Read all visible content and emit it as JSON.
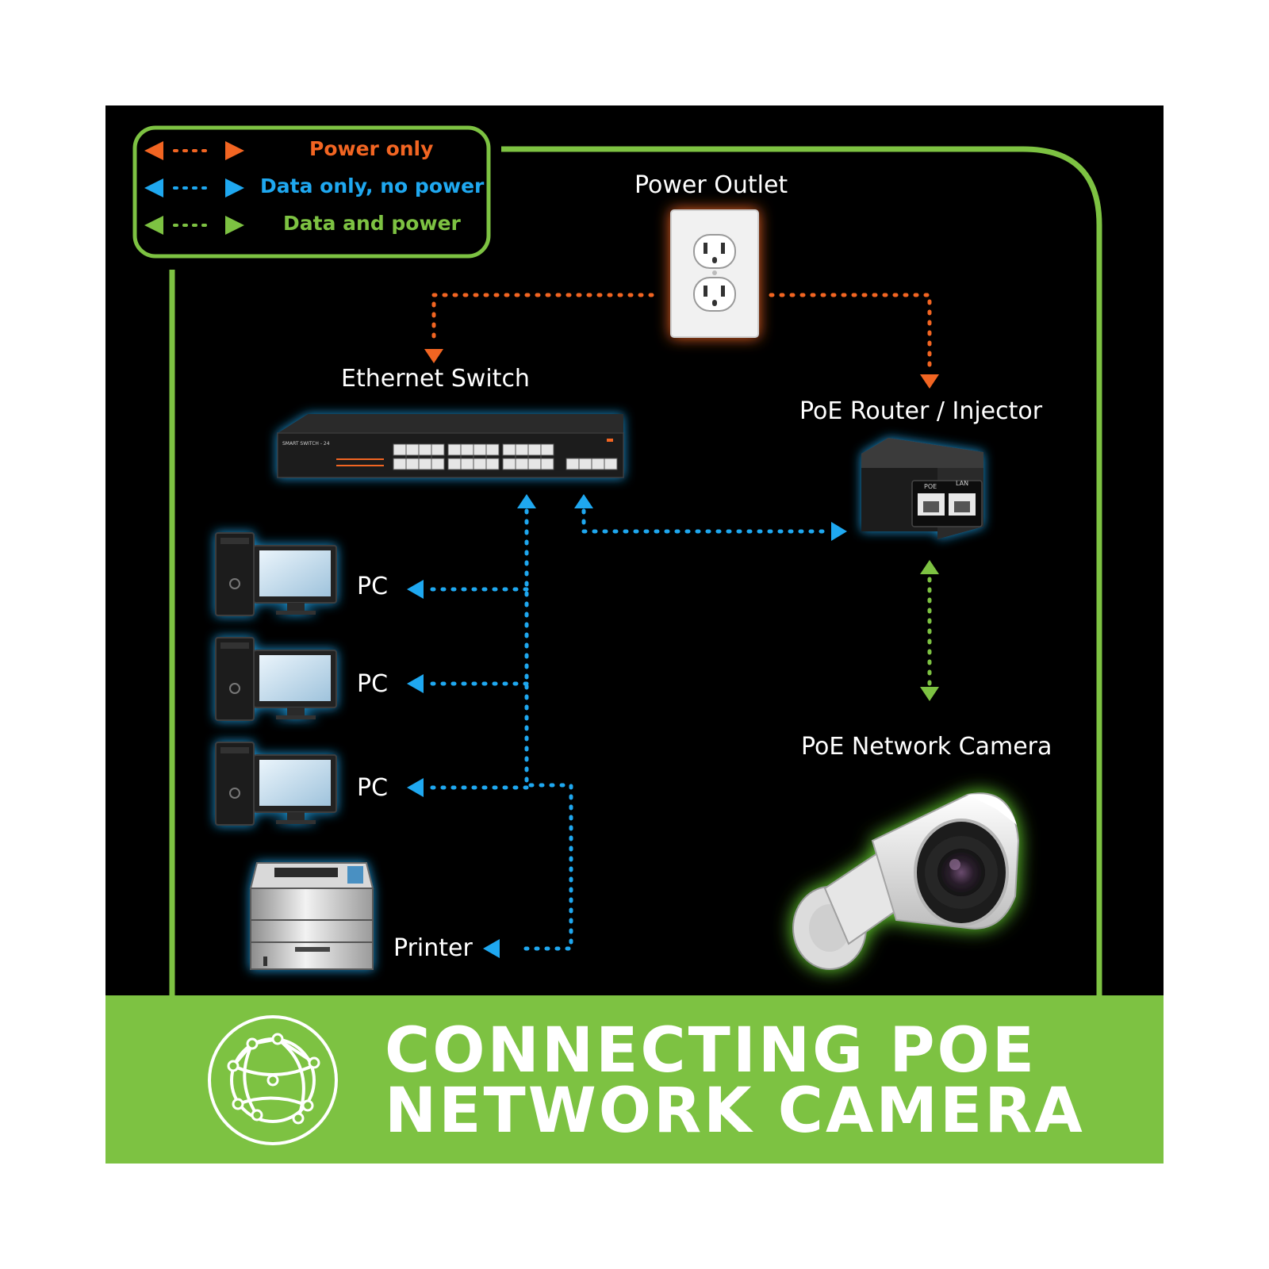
{
  "colors": {
    "background": "#000000",
    "power_only": "#f26522",
    "data_only": "#1fa8f0",
    "data_and_power": "#7dc242",
    "banner": "#7dc242",
    "text": "#ffffff"
  },
  "legend": {
    "power_only": "Power only",
    "data_only": "Data only, no power",
    "data_and_power": "Data and power"
  },
  "nodes": {
    "power_outlet": "Power Outlet",
    "ethernet_switch": "Ethernet Switch",
    "switch_model": "SMART SWITCH - 24",
    "poe_injector": "PoE Router / Injector",
    "injector_port_poe": "POE",
    "injector_port_lan": "LAN",
    "pc_1": "PC",
    "pc_2": "PC",
    "pc_3": "PC",
    "printer": "Printer",
    "camera": "PoE Network Camera"
  },
  "connections": [
    {
      "from": "Power Outlet",
      "to": "Ethernet Switch",
      "type": "power_only"
    },
    {
      "from": "Power Outlet",
      "to": "PoE Router / Injector",
      "type": "power_only"
    },
    {
      "from": "Ethernet Switch",
      "to": "PoE Router / Injector",
      "type": "data_only"
    },
    {
      "from": "Ethernet Switch",
      "to": "PC",
      "type": "data_only"
    },
    {
      "from": "Ethernet Switch",
      "to": "PC",
      "type": "data_only"
    },
    {
      "from": "Ethernet Switch",
      "to": "PC",
      "type": "data_only"
    },
    {
      "from": "Ethernet Switch",
      "to": "Printer",
      "type": "data_only"
    },
    {
      "from": "PoE Router / Injector",
      "to": "PoE Network Camera",
      "type": "data_and_power"
    }
  ],
  "icons": {
    "banner_icon": "globe-network-icon",
    "outlet": "power-outlet-icon",
    "switch": "ethernet-switch-icon",
    "injector": "poe-injector-icon",
    "pc": "desktop-pc-icon",
    "printer": "printer-icon",
    "camera": "bullet-camera-icon"
  },
  "banner": {
    "line1": "CONNECTING POE",
    "line2": "NETWORK CAMERA"
  }
}
